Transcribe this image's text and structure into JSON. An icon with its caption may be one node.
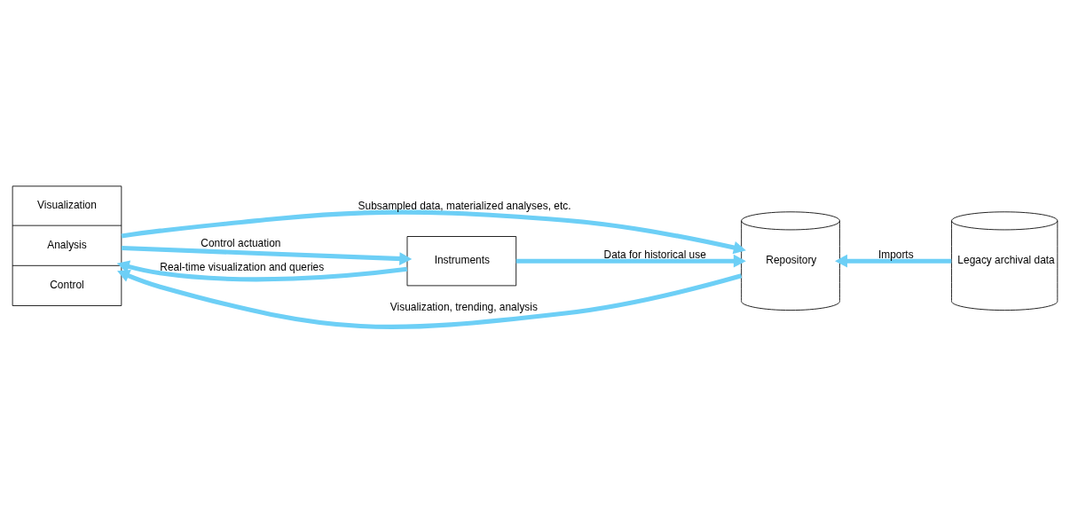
{
  "diagram": {
    "nodes": [
      {
        "text": [
          "Visualization",
          "Analysis",
          "Control"
        ]
      },
      {
        "text": [
          "Repository"
        ]
      },
      {
        "text": [
          "Legacy archival data"
        ]
      },
      {
        "text": [
          "Instruments"
        ]
      }
    ],
    "edges": [
      {
        "from": 1,
        "to": 0,
        "arrow": "to",
        "label": "Visualization, trending, analysis"
      },
      {
        "from": 0,
        "to": 1,
        "arrow": "to",
        "label": "Subsampled data, materialized analyses, etc."
      },
      {
        "from": 2,
        "to": 1,
        "arrow": "to",
        "label": "Imports"
      },
      {
        "from": 0,
        "to": 3,
        "arrow": "to",
        "label": "Control actuation"
      },
      {
        "from": 3,
        "to": 0,
        "arrow": "to",
        "label": "Real-time visualization and queries"
      },
      {
        "from": 3,
        "to": 1,
        "arrow": "to",
        "label": "Data for historical use"
      }
    ]
  }
}
